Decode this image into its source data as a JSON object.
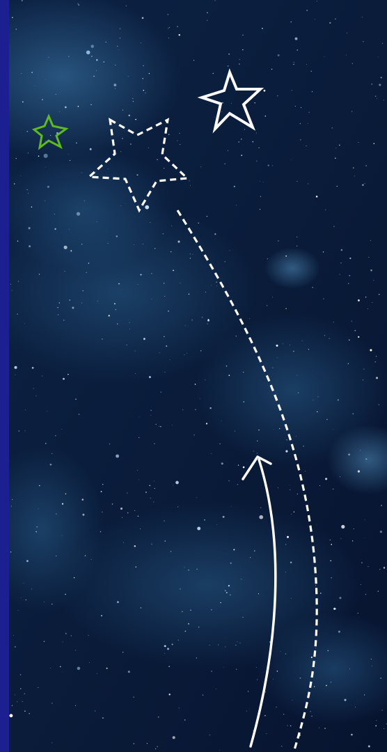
{
  "colors": {
    "side_bar": "#1c1f8f",
    "sky_deep": "#050b1a",
    "sky_mid": "#0d2547",
    "nebula": "#3f7fb0",
    "outline_white": "#ffffff",
    "outline_green": "#5fba1e"
  },
  "elements": {
    "solid_star": {
      "icon": "star-outline-solid",
      "color": "#ffffff"
    },
    "dashed_star": {
      "icon": "star-outline-dashed",
      "color": "#ffffff"
    },
    "green_star": {
      "icon": "star-outline-small",
      "color": "#5fba1e"
    },
    "solid_arrow": {
      "icon": "curved-arrow-solid",
      "color": "#ffffff"
    },
    "dashed_path": {
      "icon": "curved-path-dashed",
      "color": "#ffffff"
    }
  }
}
